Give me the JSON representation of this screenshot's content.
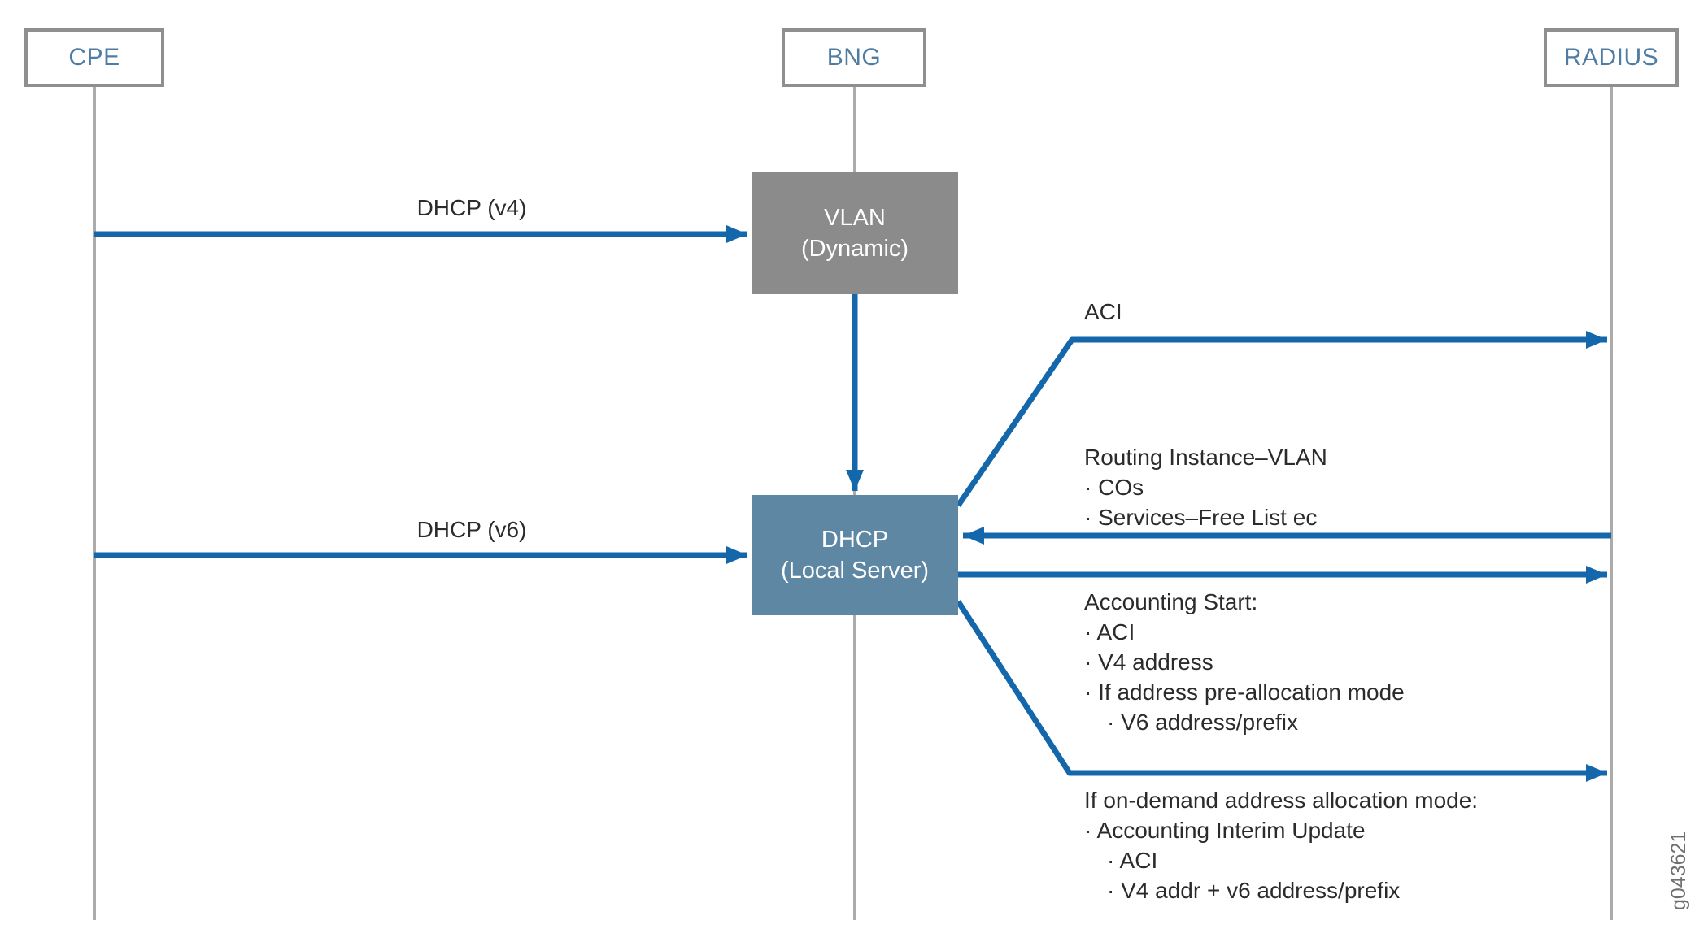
{
  "figure_id": "g043621",
  "colors": {
    "arrow_blue": "#1567ac",
    "lifeline_gray": "#ababab",
    "box_border_gray": "#8f8f8f",
    "actor_text_blue": "#4e7ca3",
    "vlan_box_fill": "#8b8b8b",
    "dhcp_box_fill": "#5e87a4",
    "body_text": "#2b2b2b"
  },
  "actors": [
    {
      "label": "CPE"
    },
    {
      "label": "BNG"
    },
    {
      "label": "RADIUS"
    }
  ],
  "nodes": {
    "vlan": {
      "line1": "VLAN",
      "line2": "(Dynamic)"
    },
    "dhcp": {
      "line1": "DHCP",
      "line2": "(Local Server)"
    }
  },
  "messages": {
    "dhcp_v4": "DHCP (v4)",
    "dhcp_v6": "DHCP (v6)",
    "aci": "ACI",
    "routing_instance": {
      "lines": [
        "Routing Instance–VLAN",
        "· COs",
        "· Services–Free List ec"
      ]
    },
    "accounting_start": {
      "lines": [
        "Accounting Start:",
        "· ACI",
        "· V4 address",
        "· If address pre-allocation mode",
        "· V6 address/prefix"
      ]
    },
    "on_demand": {
      "lines": [
        "If on-demand address allocation mode:",
        "· Accounting Interim Update",
        "· ACI",
        "· V4 addr + v6 address/prefix"
      ]
    }
  }
}
